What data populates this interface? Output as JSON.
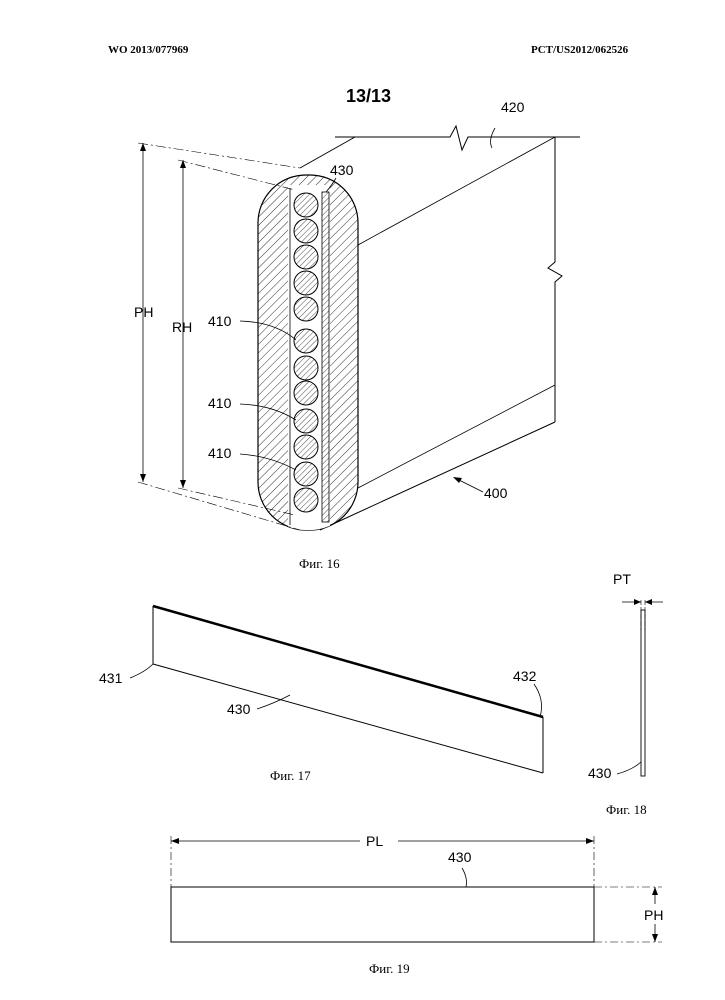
{
  "header": {
    "publication_number": "WO 2013/077969",
    "application_number": "PCT/US2012/062526"
  },
  "sheet_number": "13/13",
  "figures": {
    "fig16": {
      "caption": "Фиг. 16",
      "labels": {
        "ref_420": "420",
        "ref_430": "430",
        "ref_400": "400",
        "ref_410_a": "410",
        "ref_410_b": "410",
        "ref_410_c": "410",
        "dim_ph": "PH",
        "dim_rh": "RH"
      }
    },
    "fig17": {
      "caption": "Фиг. 17",
      "labels": {
        "ref_431": "431",
        "ref_432": "432",
        "ref_430": "430"
      }
    },
    "fig18": {
      "caption": "Фиг. 18",
      "labels": {
        "dim_pt": "PT",
        "ref_430": "430"
      }
    },
    "fig19": {
      "caption": "Фиг. 19",
      "labels": {
        "dim_pl": "PL",
        "ref_430": "430",
        "dim_ph": "PH"
      }
    }
  }
}
